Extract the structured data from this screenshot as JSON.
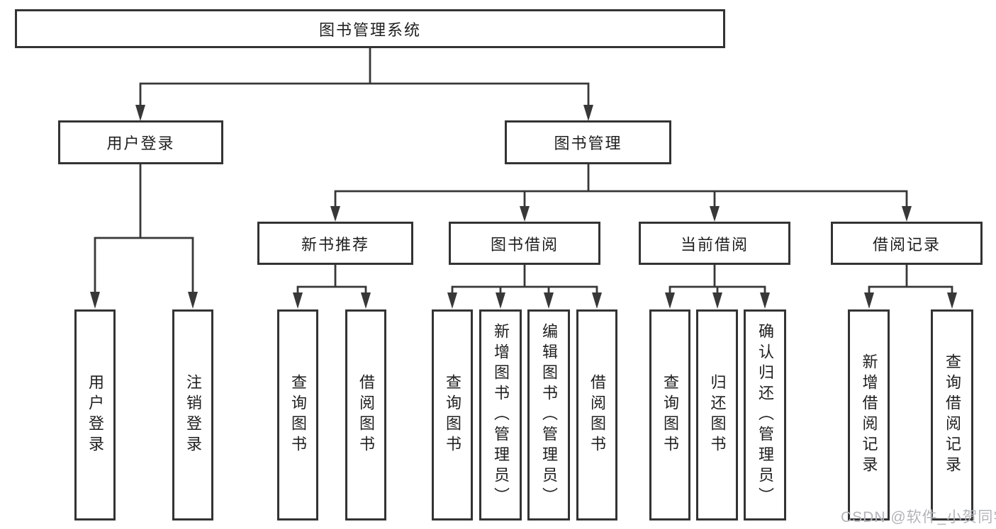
{
  "tree": {
    "root": "图书管理系统",
    "branches": [
      {
        "label": "用户登录",
        "children": [
          "用户登录",
          "注销登录"
        ]
      },
      {
        "label": "图书管理",
        "groups": [
          {
            "label": "新书推荐",
            "children": [
              "查询图书",
              "借阅图书"
            ]
          },
          {
            "label": "图书借阅",
            "children": [
              "查询图书",
              "新增图书（管理员）",
              "编辑图书（管理员）",
              "借阅图书"
            ]
          },
          {
            "label": "当前借阅",
            "children": [
              "查询图书",
              "归还图书",
              "确认归还（管理员）"
            ]
          },
          {
            "label": "借阅记录",
            "children": [
              "新增借阅记录",
              "查询借阅记录"
            ]
          }
        ]
      }
    ]
  },
  "watermark": "CSDN @软件_小贺同学",
  "colors": {
    "line": "#383838",
    "box_border": "#333333",
    "text": "#1f1f1f",
    "watermark": "#b1b4ba",
    "background": "#ffffff"
  }
}
